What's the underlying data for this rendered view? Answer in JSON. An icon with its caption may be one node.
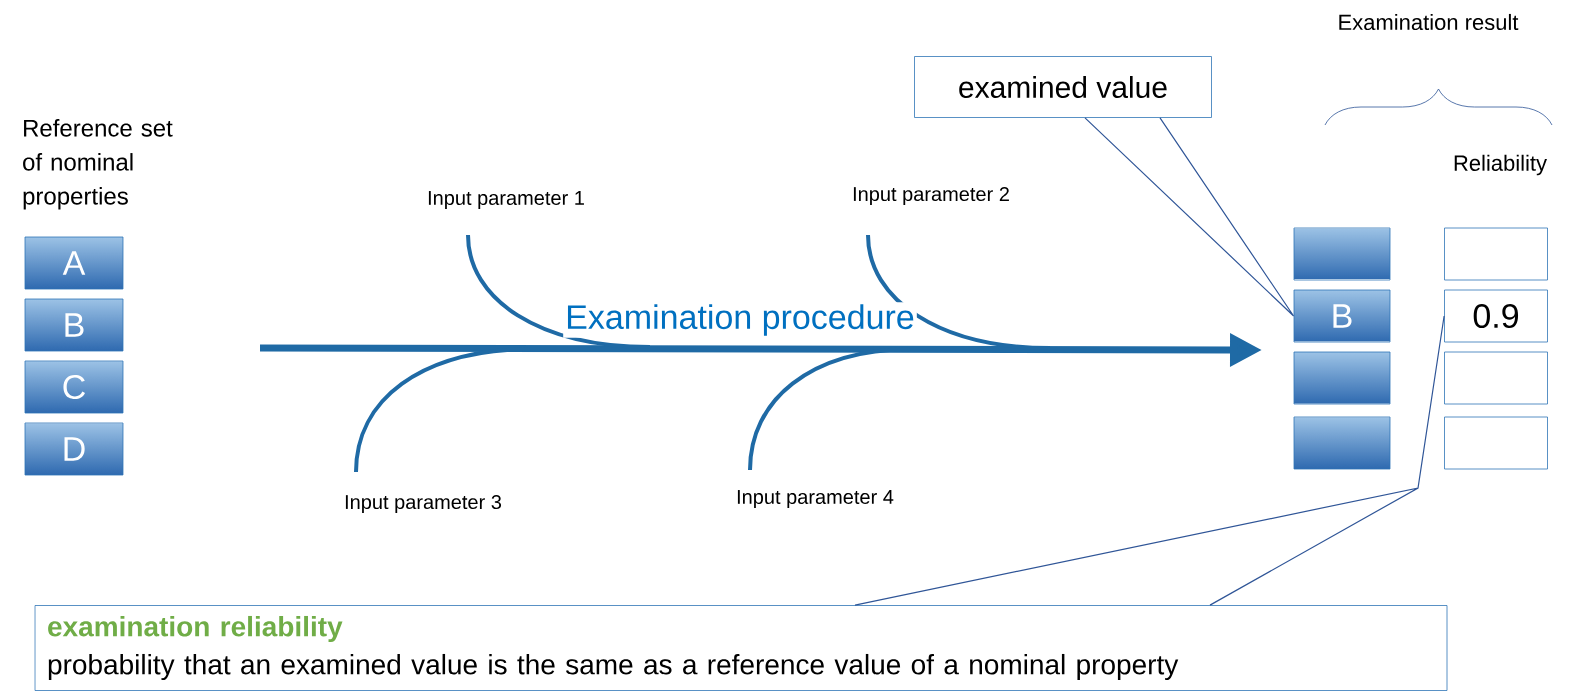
{
  "diagram": {
    "nodes": [
      {
        "text": [
          "A"
        ]
      },
      {
        "text": [
          "B"
        ]
      },
      {
        "text": [
          "C"
        ]
      },
      {
        "text": [
          "D"
        ]
      },
      {
        "text": [
          "examined value"
        ]
      },
      {
        "text": [],
        "shape": "box"
      },
      {
        "text": [
          "B"
        ]
      },
      {
        "text": [],
        "shape": "box"
      },
      {
        "text": [],
        "shape": "box"
      },
      {
        "text": [],
        "shape": "box"
      },
      {
        "text": [
          "0.9"
        ]
      },
      {
        "text": [],
        "shape": "box"
      },
      {
        "text": [],
        "shape": "box"
      },
      {
        "text": [
          "examination reliability",
          "probability that an examined value is the same as a reference value of a nominal property"
        ]
      }
    ],
    "edges": [
      {
        "from": 4,
        "to": 6,
        "arrow": "none"
      },
      {
        "from": 13,
        "to": 10,
        "arrow": "none"
      }
    ],
    "labels": [
      "Examination result",
      "Reference set of nominal properties",
      "Reliability",
      "Input parameter 1",
      "Input parameter 2",
      "Examination procedure",
      "Input parameter 3",
      "Input parameter 4"
    ]
  }
}
